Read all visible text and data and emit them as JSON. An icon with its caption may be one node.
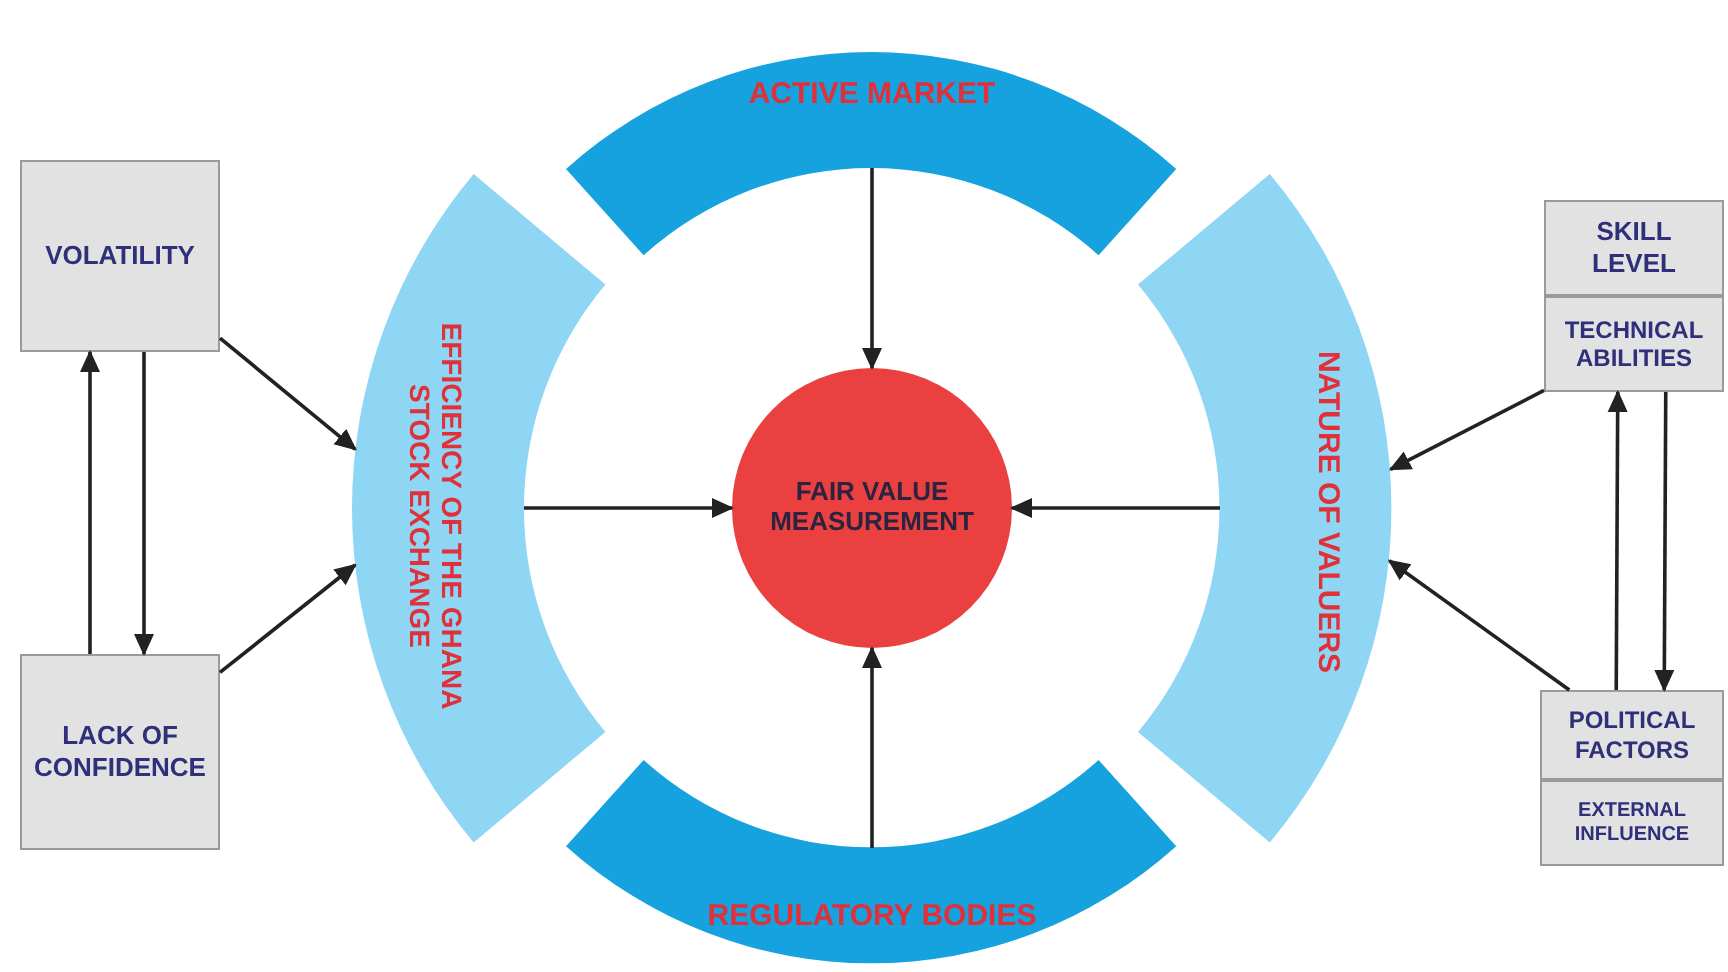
{
  "diagram": {
    "nodes": [
      {
        "text": [
          "ACTIVE MARKET"
        ]
      },
      {
        "text": [
          "VOLATILITY"
        ]
      },
      {
        "text": [
          "SKILL LEVEL"
        ]
      },
      {
        "text": [
          "TECHNICAL ABILITIES"
        ]
      },
      {
        "text": [
          "EFFICIENCY OF THE GHANA STOCK EXCHANGE"
        ]
      },
      {
        "text": [
          "FAIR VALUE MEASUREMENT"
        ]
      },
      {
        "text": [
          "NATURE OF VALUERS"
        ]
      },
      {
        "text": [
          "LACK OF CONFIDENCE"
        ]
      },
      {
        "text": [
          "POLITICAL FACTORS"
        ]
      },
      {
        "text": [
          "EXTERNAL INFLUENCE"
        ]
      },
      {
        "text": [
          "REGULATORY BODIES"
        ]
      }
    ],
    "edges": [
      {
        "from": 0,
        "to": 5,
        "arrow": "to"
      },
      {
        "from": 4,
        "to": 5,
        "arrow": "to"
      },
      {
        "from": 6,
        "to": 5,
        "arrow": "to"
      },
      {
        "from": 10,
        "to": 5,
        "arrow": "to"
      },
      {
        "from": 1,
        "to": 4,
        "arrow": "to"
      },
      {
        "from": 7,
        "to": 4,
        "arrow": "to"
      },
      {
        "from": 7,
        "to": 1,
        "arrow": "to"
      },
      {
        "from": 1,
        "to": 7,
        "arrow": "to"
      },
      {
        "from": 3,
        "to": 6,
        "arrow": "to"
      },
      {
        "from": 8,
        "to": 6,
        "arrow": "to"
      },
      {
        "from": 8,
        "to": 3,
        "arrow": "to"
      },
      {
        "from": 3,
        "to": 8,
        "arrow": "to"
      }
    ]
  }
}
